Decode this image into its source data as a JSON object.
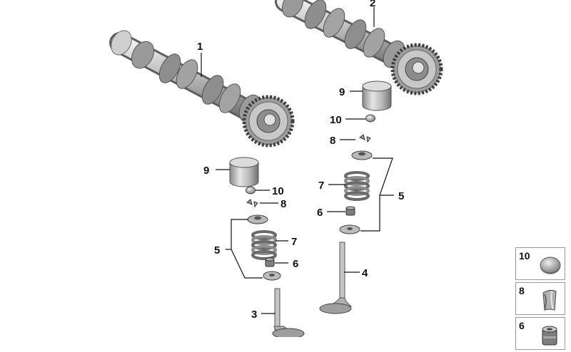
{
  "callouts": {
    "c1": "1",
    "c2": "2",
    "c3": "3",
    "c4": "4",
    "c5_left": "5",
    "c5_right": "5",
    "c6_left": "6",
    "c6_right": "6",
    "c7_left": "7",
    "c7_right": "7",
    "c8_left": "8",
    "c8_right": "8",
    "c9_left": "9",
    "c9_right": "9",
    "c10_left": "10",
    "c10_right": "10"
  },
  "legend": [
    {
      "number": "10",
      "icon": "shim-icon"
    },
    {
      "number": "8",
      "icon": "valve-collet-icon"
    },
    {
      "number": "6",
      "icon": "valve-stem-seal-icon"
    }
  ],
  "colors": {
    "metal_light": "#dcdcdc",
    "metal_mid": "#a9a9a9",
    "metal_dark": "#6f6f6f",
    "line": "#111111"
  }
}
